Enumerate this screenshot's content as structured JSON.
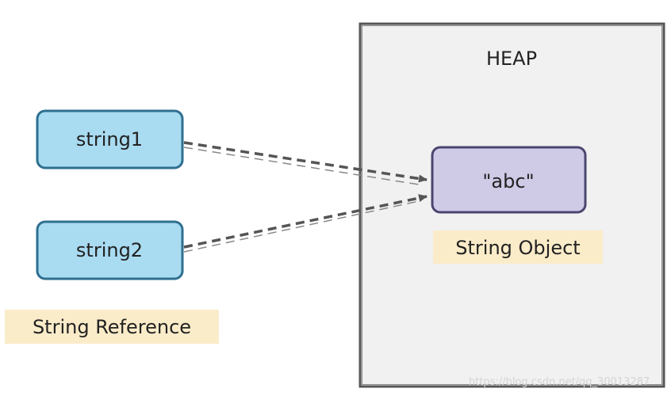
{
  "heap": {
    "title": "HEAP"
  },
  "references": [
    {
      "label": "string1"
    },
    {
      "label": "string2"
    }
  ],
  "heap_object": {
    "value": "\"abc\"",
    "caption": "String Object"
  },
  "reference_caption": "String Reference",
  "watermark": "https://blog.csdn.net/qq_30013287",
  "colors": {
    "reference_fill": "#a9dbf1",
    "reference_stroke": "#2f6f8f",
    "object_fill": "#cfcae6",
    "object_stroke": "#4a4670",
    "heap_fill": "#f1f1f1",
    "heap_stroke": "#555555",
    "caption_fill": "#fbecc9",
    "arrow": "#555555"
  }
}
